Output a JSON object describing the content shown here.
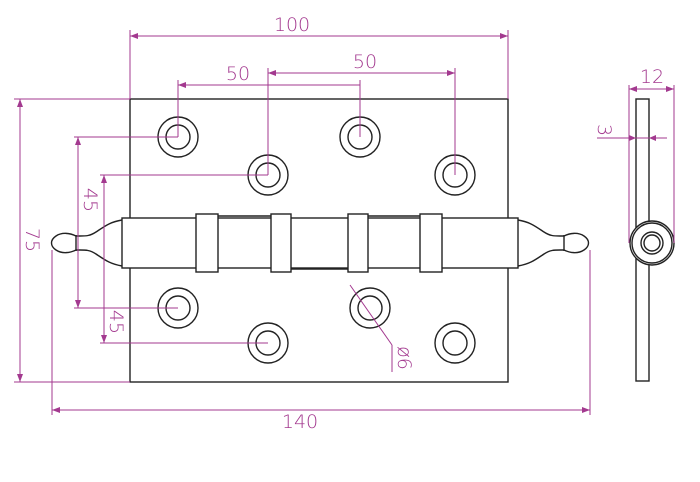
{
  "title": "Hinge dimension drawing",
  "colors": {
    "part": "#222222",
    "dimension": "#a3398f"
  },
  "dimensions": {
    "plate_width": "100",
    "hole_spacing_left": "50",
    "hole_spacing_right": "50",
    "plate_height": "75",
    "hole_row_upper": "45",
    "hole_row_lower": "45",
    "overall_length": "140",
    "hole_diameter": "ø6",
    "side_width": "12",
    "leaf_thickness": "3"
  }
}
